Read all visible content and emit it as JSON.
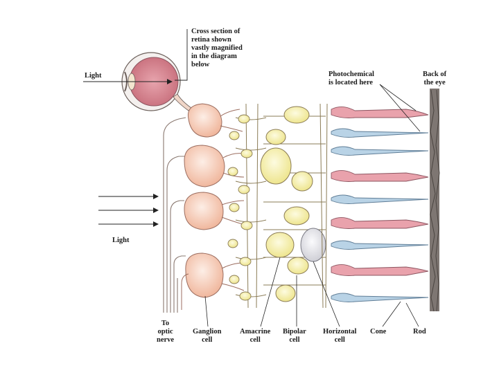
{
  "labels": {
    "light_top": "Light",
    "cross_section": "Cross section of\nretina shown\nvastly magnified\nin the diagram\nbelow",
    "photochemical": "Photochemical\nis located here",
    "back_of_eye": "Back of\nthe eye",
    "light_left": "Light",
    "to_optic_nerve": "To\noptic\nnerve",
    "ganglion_cell": "Ganglion\ncell",
    "amacrine_cell": "Amacrine\ncell",
    "bipolar_cell": "Bipolar\ncell",
    "horizontal_cell": "Horizontal\ncell",
    "cone": "Cone",
    "rod": "Rod"
  },
  "colors": {
    "ganglion": "#f5c9b3",
    "bipolar": "#f3efb0",
    "amacrine": "#f5f0a8",
    "horizontal": "#e7e7ea",
    "cone": "#e9a2ac",
    "rod": "#b9d3e6",
    "outline": "#5a4a44",
    "back_of_eye": "#6b6460"
  }
}
